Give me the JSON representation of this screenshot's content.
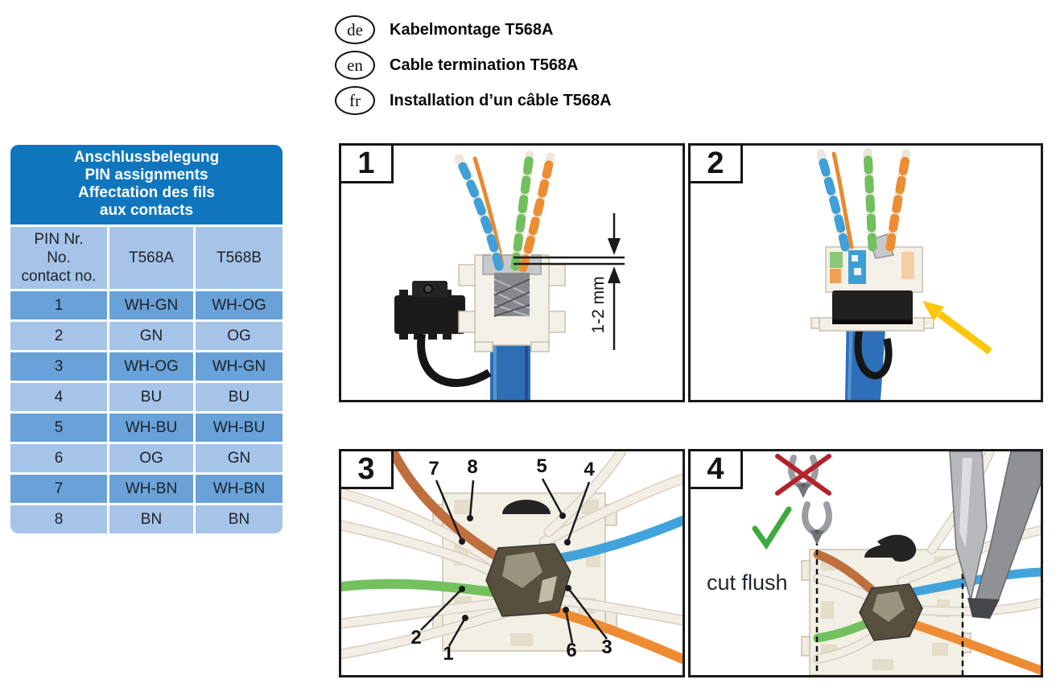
{
  "colors": {
    "table_header_bg": "#0f76be",
    "table_row_dark": "#68a2d8",
    "table_row_light": "#a6c4e8",
    "table_header_text": "#ffffff",
    "accent_arrow_yellow": "#ffc60b",
    "check_green": "#3caa3c",
    "cross_red": "#b3222c"
  },
  "languages": [
    {
      "code": "de",
      "label": "Kabelmontage T568A"
    },
    {
      "code": "en",
      "label": "Cable termination T568A"
    },
    {
      "code": "fr",
      "label": "Installation d’un câble T568A"
    }
  ],
  "pin_table": {
    "title_lines": [
      "Anschlussbelegung",
      "PIN assignments",
      "Affectation des fils",
      "aux contacts"
    ],
    "col_pin_lines": [
      "PIN Nr.",
      "No.",
      "contact no."
    ],
    "col_a": "T568A",
    "col_b": "T568B",
    "rows": [
      {
        "pin": "1",
        "a": "WH-GN",
        "b": "WH-OG"
      },
      {
        "pin": "2",
        "a": "GN",
        "b": "OG"
      },
      {
        "pin": "3",
        "a": "WH-OG",
        "b": "WH-GN"
      },
      {
        "pin": "4",
        "a": "BU",
        "b": "BU"
      },
      {
        "pin": "5",
        "a": "WH-BU",
        "b": "WH-BU"
      },
      {
        "pin": "6",
        "a": "OG",
        "b": "GN"
      },
      {
        "pin": "7",
        "a": "WH-BN",
        "b": "WH-BN"
      },
      {
        "pin": "8",
        "a": "BN",
        "b": "BN"
      }
    ]
  },
  "steps": [
    {
      "number": "1",
      "dimension_label": "1-2 mm"
    },
    {
      "number": "2"
    },
    {
      "number": "3",
      "callouts": [
        "7",
        "8",
        "5",
        "4",
        "2",
        "1",
        "6",
        "3"
      ]
    },
    {
      "number": "4",
      "caption": "cut flush"
    }
  ]
}
